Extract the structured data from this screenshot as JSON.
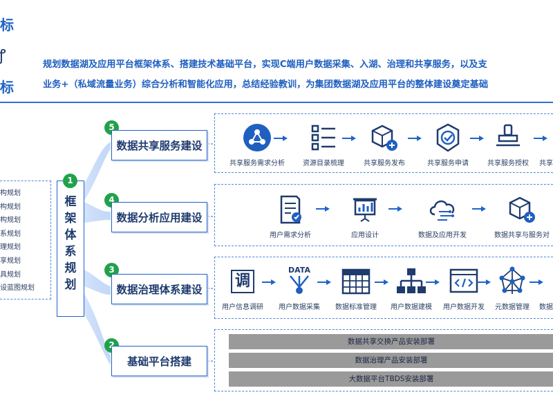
{
  "header": {
    "corner_char_top": "标",
    "corner_char_bottom": "标",
    "intro_line1": "规划数据湖及应用平台框架体系、搭建技术基础平台，实现C端用户数据采集、入湖、治理和共享服务，以及支",
    "intro_line2": "业务+（私域流量业务）综合分析和智能化应用，总结经验教训，为集团数据湖及应用平台的整体建设奠定基础"
  },
  "left_list": [
    "构规划",
    "构规划",
    "构规划",
    "系规划",
    "理规划",
    "享规划",
    "具规划",
    "设蓝图规划"
  ],
  "framework": {
    "number": "1",
    "label": "框架体系规划"
  },
  "steps": [
    {
      "number": "5",
      "label": "数据共享服务建设"
    },
    {
      "number": "4",
      "label": "数据分析应用建设"
    },
    {
      "number": "3",
      "label": "数据治理体系建设"
    },
    {
      "number": "2",
      "label": "基础平台搭建"
    }
  ],
  "row5": [
    {
      "icon": "share-hub-icon",
      "label": "共享服务需求分析"
    },
    {
      "icon": "catalog-list-icon",
      "label": "资源目录梳理"
    },
    {
      "icon": "cube-publish-icon",
      "label": "共享服务发布"
    },
    {
      "icon": "badge-check-icon",
      "label": "共享服务申请"
    },
    {
      "icon": "stamp-icon",
      "label": "共享服务授权"
    },
    {
      "icon": "partial-icon",
      "label": "共享"
    }
  ],
  "row4": [
    {
      "icon": "document-check-icon",
      "label": "用户需求分析"
    },
    {
      "icon": "presentation-chart-icon",
      "label": "应用设计"
    },
    {
      "icon": "cloud-dev-icon",
      "label": "数据及应用开发"
    },
    {
      "icon": "cube-share-icon",
      "label": "数据共享与服务对"
    }
  ],
  "row3": [
    {
      "icon": "research-char-icon",
      "icon_text": "调",
      "label": "用户信息调研"
    },
    {
      "icon": "data-collect-icon",
      "icon_text": "DATA",
      "label": "用户数据采集"
    },
    {
      "icon": "table-grid-icon",
      "label": "数据标准管理"
    },
    {
      "icon": "hierarchy-icon",
      "label": "用户数据建模"
    },
    {
      "icon": "code-window-icon",
      "label": "用户数据开发"
    },
    {
      "icon": "network-icon",
      "label": "元数据管理"
    },
    {
      "icon": "partial-icon",
      "label": "数据"
    }
  ],
  "base_bars": [
    "数据共享交换产品安装部署",
    "数据治理产品安装部署",
    "大数据平台TBDS安装部署"
  ]
}
